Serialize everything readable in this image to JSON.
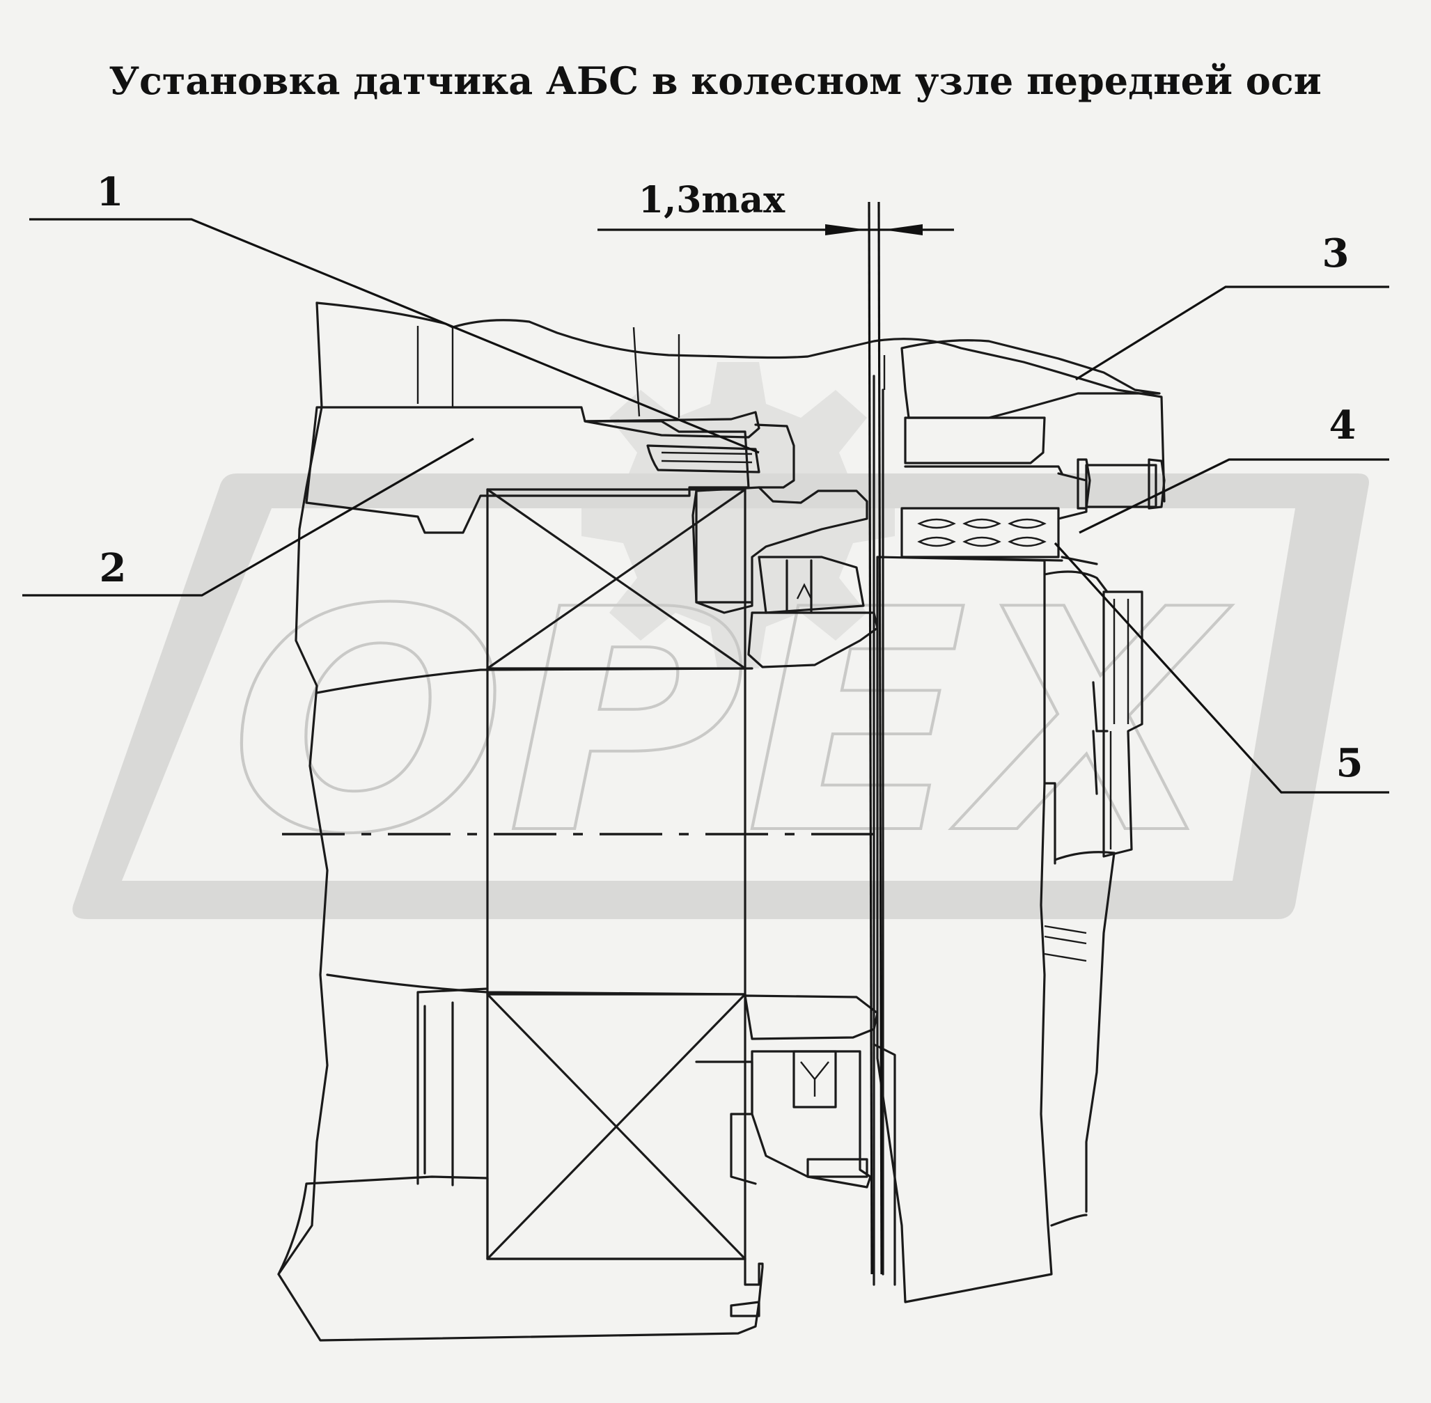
{
  "title": "Установка датчика АБС в колесном узле передней оси",
  "dimension": {
    "label": "1,3max"
  },
  "callouts": [
    "1",
    "2",
    "3",
    "4",
    "5"
  ],
  "watermark": {
    "text": "ОРЕХ"
  }
}
